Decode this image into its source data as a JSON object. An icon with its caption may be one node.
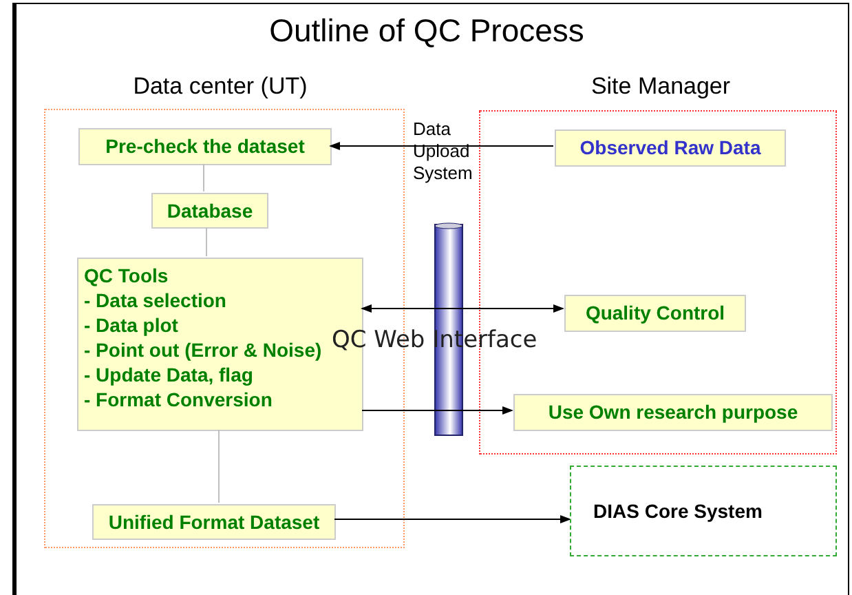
{
  "diagram": {
    "title": "Outline of QC Process",
    "nodes": [
      {
        "text": [
          "Data center (UT)"
        ]
      },
      {
        "text": [
          "Pre-check the dataset"
        ],
        "in": 0
      },
      {
        "text": [
          "Database"
        ],
        "in": 0
      },
      {
        "text": [
          "QC Tools",
          "- Data selection",
          "- Data plot",
          "- Point out (Error & Noise)",
          "- Update Data, flag",
          "- Format Conversion"
        ],
        "in": 0
      },
      {
        "text": [
          "Unified Format Dataset"
        ],
        "in": 0
      },
      {
        "text": [
          "Site Manager"
        ]
      },
      {
        "text": [
          "Observed Raw Data"
        ],
        "in": 5
      },
      {
        "text": [
          "Quality Control"
        ],
        "in": 5
      },
      {
        "text": [
          "Use Own research purpose"
        ],
        "in": 5
      },
      {
        "text": [
          "DIAS Core System"
        ]
      }
    ],
    "edges": [
      {
        "from": 6,
        "to": 1,
        "arrow": "to"
      },
      {
        "from": 1,
        "to": 2,
        "arrow": "none",
        "color": "#c0c0c0"
      },
      {
        "from": 2,
        "to": 3,
        "arrow": "none",
        "color": "#c0c0c0"
      },
      {
        "from": 3,
        "to": 4,
        "arrow": "none",
        "color": "#c0c0c0"
      },
      {
        "from": 3,
        "to": 7,
        "arrow": "both"
      },
      {
        "from": 3,
        "to": 8,
        "arrow": "to"
      },
      {
        "from": 4,
        "to": 9,
        "arrow": "to"
      }
    ],
    "labels": [
      "Data Upload System",
      "QC Web Interface"
    ]
  }
}
